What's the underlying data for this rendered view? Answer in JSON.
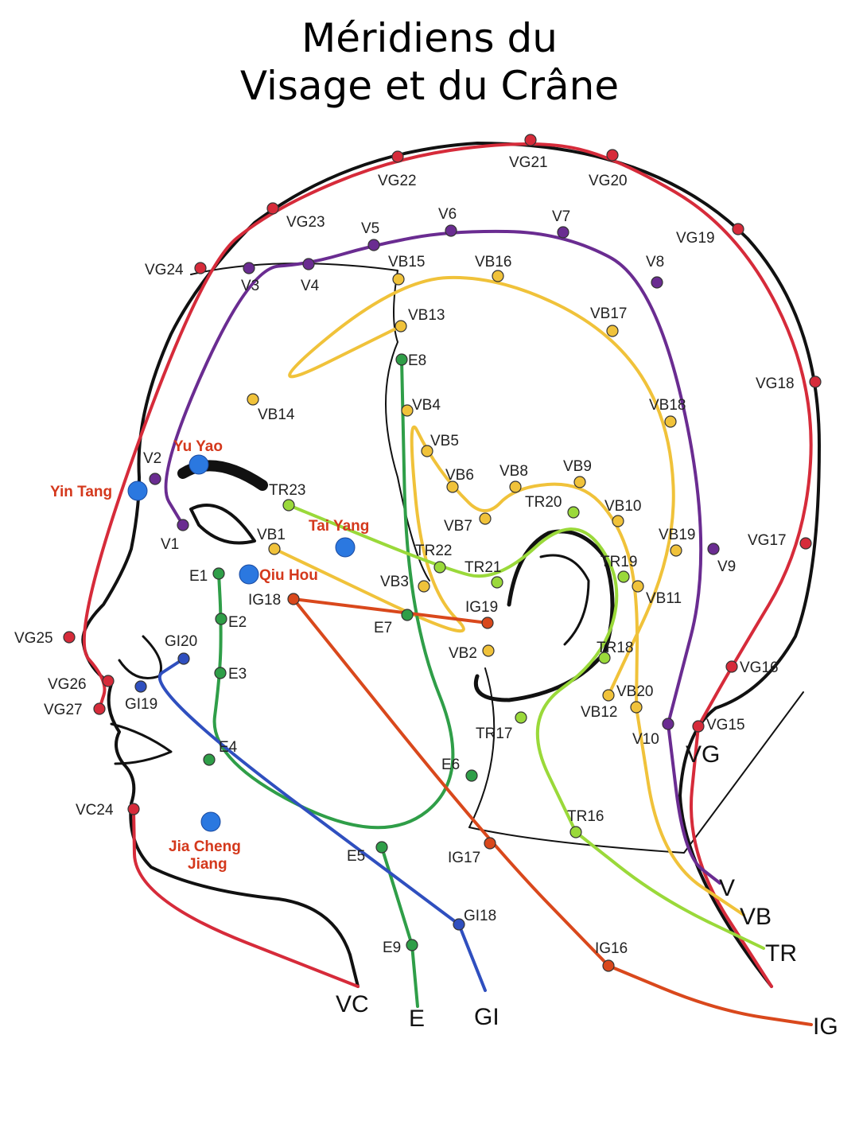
{
  "title": {
    "line1": "Méridiens du",
    "line2": "Visage et du Crâne"
  },
  "colors": {
    "VG": "#d62b3a",
    "V": "#6a2c91",
    "VB": "#f0c23a",
    "E": "#2f9e48",
    "TR": "#9ad93a",
    "GI": "#2f4fbf",
    "IG": "#d9481c",
    "named": "#2b78e0",
    "outline": "#111111",
    "label": "#222222",
    "named_text": "#d4381c"
  },
  "meridians": {
    "VG": {
      "name": "VG",
      "points": [
        "VG15",
        "VG16",
        "VG17",
        "VG18",
        "VG19",
        "VG20",
        "VG21",
        "VG22",
        "VG23",
        "VG24",
        "VG25",
        "VG26",
        "VG27"
      ]
    },
    "VC": {
      "name": "VC",
      "points": [
        "VC24"
      ]
    },
    "V": {
      "name": "V",
      "points": [
        "V1",
        "V2",
        "V3",
        "V4",
        "V5",
        "V6",
        "V7",
        "V8",
        "V9",
        "V10"
      ]
    },
    "VB": {
      "name": "VB",
      "points": [
        "VB1",
        "VB2",
        "VB3",
        "VB4",
        "VB5",
        "VB6",
        "VB7",
        "VB8",
        "VB9",
        "VB10",
        "VB11",
        "VB12",
        "VB13",
        "VB14",
        "VB15",
        "VB16",
        "VB17",
        "VB18",
        "VB19",
        "VB20"
      ]
    },
    "E": {
      "name": "E",
      "points": [
        "E1",
        "E2",
        "E3",
        "E4",
        "E5",
        "E6",
        "E7",
        "E8",
        "E9"
      ]
    },
    "TR": {
      "name": "TR",
      "points": [
        "TR16",
        "TR17",
        "TR18",
        "TR19",
        "TR20",
        "TR21",
        "TR22",
        "TR23"
      ]
    },
    "GI": {
      "name": "GI",
      "points": [
        "GI18",
        "GI19",
        "GI20"
      ]
    },
    "IG": {
      "name": "IG",
      "points": [
        "IG16",
        "IG17",
        "IG18",
        "IG19"
      ]
    }
  },
  "named_points": [
    "Yu Yao",
    "Yin Tang",
    "Tai Yang",
    "Qiu Hou",
    "Jia Cheng",
    "Jiang"
  ],
  "legend_labels": [
    "VG",
    "V",
    "VB",
    "TR",
    "IG",
    "VC",
    "E",
    "GI"
  ]
}
